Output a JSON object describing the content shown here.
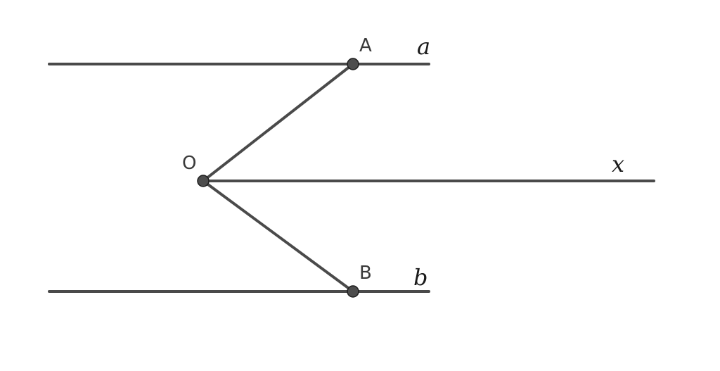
{
  "diagram": {
    "points": {
      "A": {
        "label": "A"
      },
      "B": {
        "label": "B"
      },
      "O": {
        "label": "O"
      }
    },
    "lines": {
      "a": {
        "label": "a"
      },
      "b": {
        "label": "b"
      },
      "x": {
        "label": "x"
      }
    },
    "colors": {
      "stroke": "#4a4a4a",
      "point_fill": "#4d4d4d",
      "background": "#ffffff"
    }
  }
}
